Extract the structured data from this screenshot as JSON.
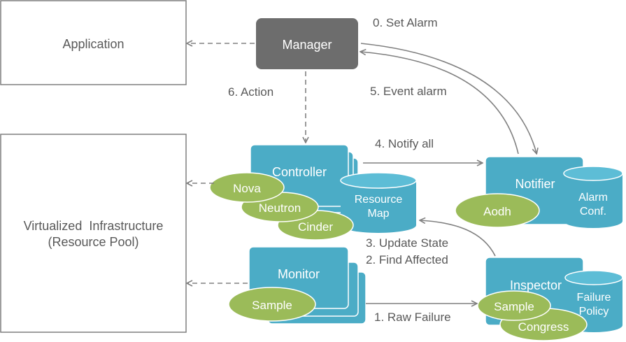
{
  "nodes": {
    "application": "Application",
    "virtualized_infra_line1": "Virtualized  Infrastructure",
    "virtualized_infra_line2": "(Resource Pool)",
    "manager": "Manager",
    "controller": "Controller",
    "resource_map_line1": "Resource",
    "resource_map_line2": "Map",
    "notifier": "Notifier",
    "alarm_conf_line1": "Alarm",
    "alarm_conf_line2": "Conf.",
    "monitor": "Monitor",
    "inspector": "Inspector",
    "failure_policy_line1": "Failure",
    "failure_policy_line2": "Policy"
  },
  "components": {
    "nova": "Nova",
    "neutron": "Neutron",
    "cinder": "Cinder",
    "aodh": "Aodh",
    "monitor_sample": "Sample",
    "inspector_sample": "Sample",
    "congress": "Congress"
  },
  "steps": {
    "set_alarm": "0. Set Alarm",
    "raw_failure": "1. Raw Failure",
    "find_affected": "2. Find Affected",
    "update_state": "3. Update State",
    "notify_all": "4. Notify all",
    "event_alarm": "5. Event alarm",
    "action": "6. Action"
  },
  "colors": {
    "teal": "#4BACC6",
    "teal_light": "#5DBDD6",
    "green": "#9BBB59",
    "manager_gray": "#6D6D6D",
    "arrow_gray": "#808080",
    "text_gray": "#595959"
  }
}
